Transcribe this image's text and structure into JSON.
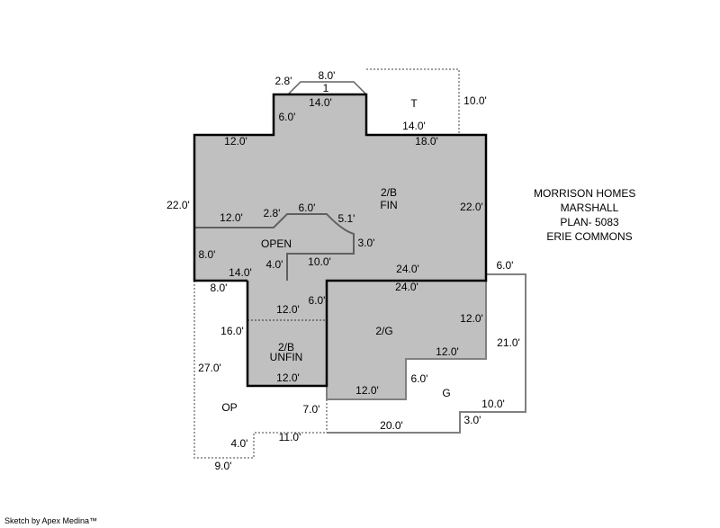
{
  "info": {
    "builder": "MORRISON HOMES",
    "model": "MARSHALL",
    "plan": "PLAN- 5083",
    "community": "ERIE COMMONS"
  },
  "footer": "Sketch by Apex Medina™",
  "colors": {
    "shaded": "#c0c0c0",
    "thick_line": "#000000",
    "thin_line": "#808080"
  },
  "areas": {
    "bay": "1",
    "terrace": "T",
    "finished_upper_1": "2/B",
    "finished_upper_2": "FIN",
    "open": "OPEN",
    "unfinished_1": "2/B",
    "unfinished_2": "UNFIN",
    "garage_upper": "2/G",
    "garage": "G",
    "open_porch": "OP"
  },
  "dims": {
    "bay_side": "2.8'",
    "bay_top": "8.0'",
    "bump_top": "14.0'",
    "bump_side": "6.0'",
    "t_side": "10.0'",
    "t_bottom": "14.0'",
    "main_top_right": "18.0'",
    "main_top_left": "12.0'",
    "main_left": "22.0'",
    "main_right": "22.0'",
    "open_top_left": "12.0'",
    "open_angle": "2.8'",
    "open_top": "6.0'",
    "open_curve": "5.1'",
    "open_right": "3.0'",
    "open_left": "8.0'",
    "open_step": "4.0'",
    "open_bottom": "10.0'",
    "open_bottom_left": "14.0'",
    "upper_bottom": "24.0'",
    "g_top_right": "6.0'",
    "op_top": "8.0'",
    "garage_upper_top": "24.0'",
    "unfin_step": "6.0'",
    "unfin_top": "12.0'",
    "garage_upper_right": "12.0'",
    "op_side_upper": "16.0'",
    "g_right": "21.0'",
    "op_left": "27.0'",
    "garage_upper_step": "12.0'",
    "unfin_bottom": "12.0'",
    "g_step": "6.0'",
    "garage_upper_bottom": "12.0'",
    "g_bottom_right": "10.0'",
    "op_right": "7.0'",
    "g_jog": "3.0'",
    "g_bottom": "20.0'",
    "op_bottom": "11.0'",
    "op_step": "4.0'",
    "op_bottom_left": "9.0'"
  }
}
